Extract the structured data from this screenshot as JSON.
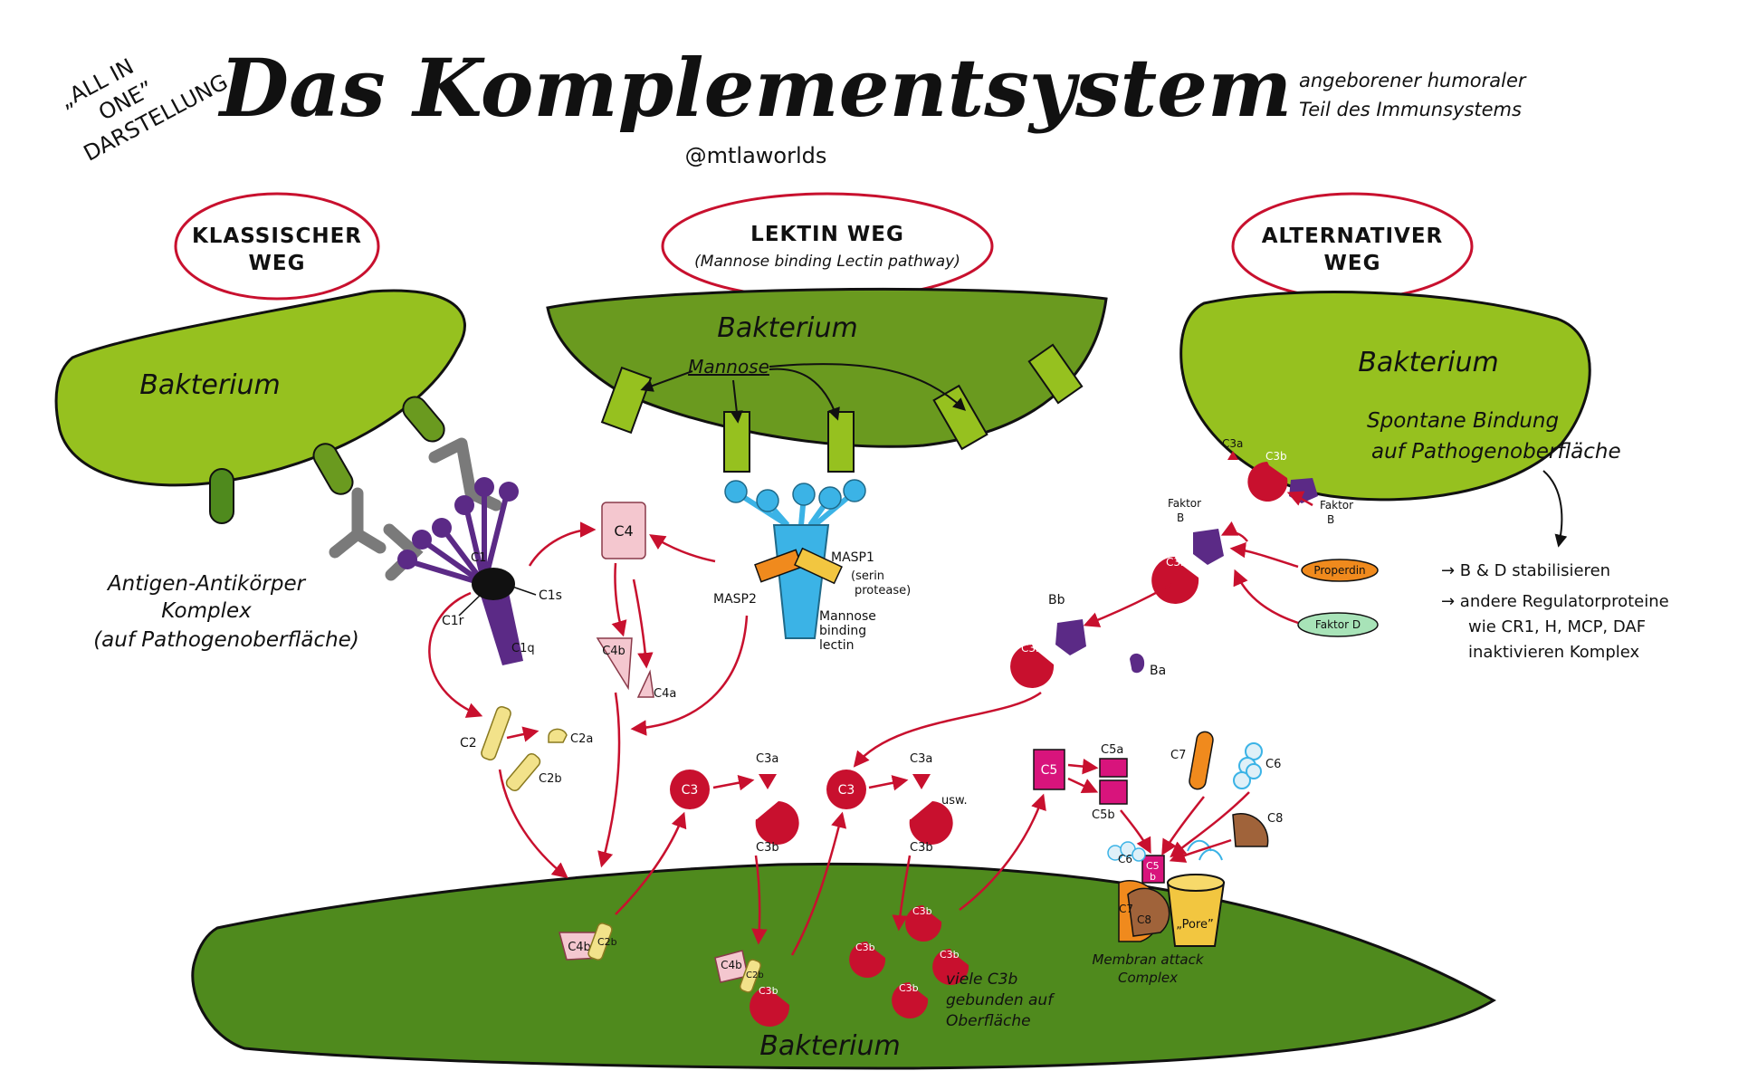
{
  "header": {
    "title": "Das Komplementsystem",
    "handle": "@mtlaworlds",
    "corner_line1": "„ALL IN",
    "corner_line2": "ONE”",
    "corner_line3": "DARSTELLUNG",
    "subtitle_line1": "angeborener humoraler",
    "subtitle_line2": "Teil des Immunsystems"
  },
  "pathways": {
    "classical": {
      "line1": "KLASSISCHER",
      "line2": "WEG"
    },
    "lectin": {
      "line1": "LEKTIN WEG",
      "line2": "(Mannose binding Lectin pathway)"
    },
    "alternative": {
      "line1": "ALTERNATIVER",
      "line2": "WEG"
    }
  },
  "classical": {
    "bacterium": "Bakterium",
    "complex_line1": "Antigen-Antikörper",
    "complex_line2": "Komplex",
    "complex_line3": "(auf Pathogenoberfläche)",
    "c1": "C1",
    "c1s": "C1s",
    "c1r": "C1r",
    "c1q": "C1q"
  },
  "lectin": {
    "bacterium": "Bakterium",
    "mannose": "Mannose",
    "masp1": "MASP1",
    "serin_line1": "(serin",
    "serin_line2": "protease)",
    "masp2": "MASP2",
    "mbl_line1": "Mannose",
    "mbl_line2": "binding",
    "mbl_line3": "lectin"
  },
  "alternative": {
    "bacterium": "Bakterium",
    "spont_line1": "Spontane Bindung",
    "spont_line2": "auf Pathogenoberfläche",
    "c3a": "C3a",
    "c3b": "C3b",
    "faktor_b_line1": "Faktor",
    "faktor_b_line2": "B",
    "faktor_b2_line1": "Faktor",
    "faktor_b2_line2": "B",
    "c3b_2": "C3b",
    "properdin": "Properdin",
    "faktor_d": "Faktor D",
    "bb": "Bb",
    "c3b_3": "C3b",
    "ba": "Ba",
    "note1": "→ B & D stabilisieren",
    "note2": "→ andere Regulatorproteine",
    "note3": "wie CR1, H, MCP, DAF",
    "note4": "inaktivieren Komplex"
  },
  "cascade": {
    "c4": "C4",
    "c4b": "C4b",
    "c4a": "C4a",
    "c2": "C2",
    "c2a": "C2a",
    "c2b": "C2b",
    "c3_1": "C3",
    "c3a_1": "C3a",
    "c3b_1": "C3b",
    "c3_2": "C3",
    "c3a_2": "C3a",
    "c3b_2": "C3b",
    "usw": "usw.",
    "c5": "C5",
    "c5a": "C5a",
    "c5b": "C5b",
    "c7": "C7",
    "c6": "C6",
    "c8": "C8"
  },
  "surface": {
    "bacterium": "Bakterium",
    "c4b_1": "C4b",
    "c2b_1": "C2b",
    "c4b_2": "C4b",
    "c2b_2": "C2b",
    "c3b_conv": "C3b",
    "c3b_a": "C3b",
    "c3b_b": "C3b",
    "c3b_c": "C3b",
    "c3b_d": "C3b",
    "many_line1": "viele C3b",
    "many_line2": "gebunden auf",
    "many_line3": "Oberfläche",
    "mac_c6": "C6",
    "mac_c5b": "C5",
    "mac_c5b2": "b",
    "mac_c7": "C7",
    "mac_c8": "C8",
    "pore": "„Pore”",
    "mac_line1": "Membran attack",
    "mac_line2": "Complex"
  },
  "colors": {
    "light_green": "#96c11f",
    "mid_green": "#6a9a1f",
    "dark_green": "#4f8a1d",
    "red": "#c8102e",
    "purple": "#5b2a86",
    "pink": "#f4c7cf",
    "magenta": "#d8147c",
    "yellow": "#f2e28a",
    "blue": "#3bb3e6",
    "orange": "#f08a1d"
  }
}
